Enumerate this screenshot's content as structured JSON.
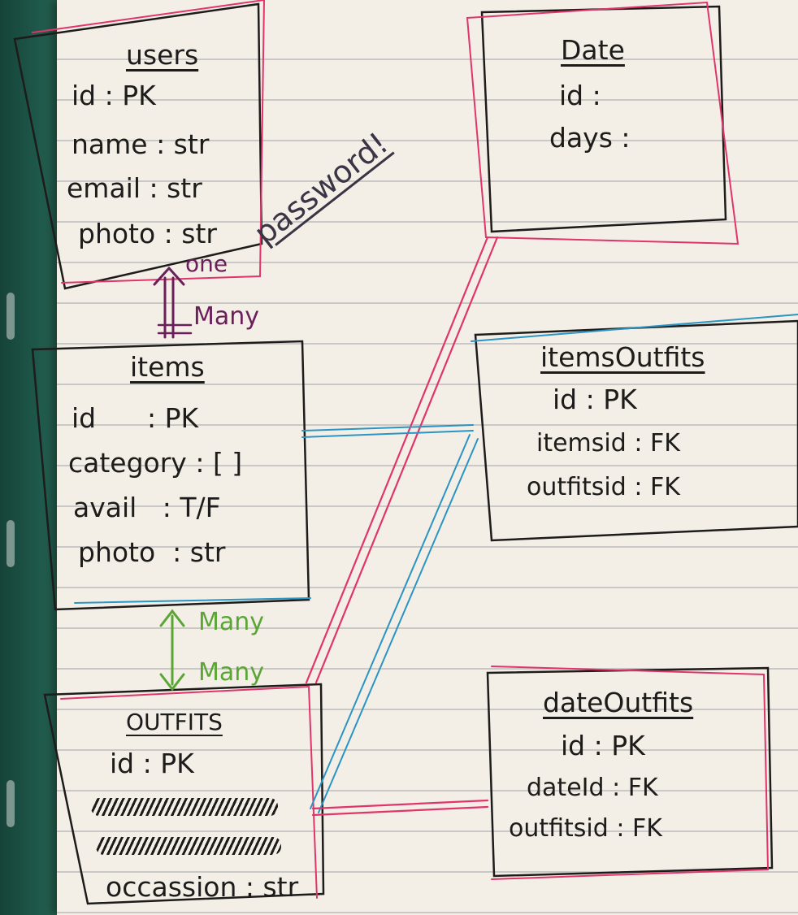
{
  "entities": {
    "users": {
      "title": "users",
      "fields": [
        "id : PK",
        "name : str",
        "email : str",
        "photo : str"
      ]
    },
    "date": {
      "title": "Date",
      "fields": [
        "id :",
        "days :"
      ]
    },
    "items": {
      "title": "items",
      "fields": [
        "id      : PK",
        "category : [ ]",
        "avail   : T/F",
        "photo  : str"
      ]
    },
    "items_outfits": {
      "title": "itemsOutfits",
      "fields": [
        "id : PK",
        "itemsid : FK",
        "outfitsid : FK"
      ]
    },
    "outfits": {
      "title": "OUTFITS",
      "fields": [
        "id : PK",
        "occassion : str"
      ]
    },
    "date_outfits": {
      "title": "dateOutfits",
      "fields": [
        "id : PK",
        "dateId : FK",
        "outfitsid : FK"
      ]
    }
  },
  "annotations": {
    "password": "password!",
    "users_items_one": "one",
    "users_items_many": "Many",
    "items_outfits_many_top": "Many",
    "items_outfits_many_bottom": "Many"
  },
  "colors": {
    "ink": "#1d1c1b",
    "pink": "#e0356b",
    "blue": "#2a94c4",
    "purple": "#6b1f5a",
    "green": "#5aa535"
  }
}
